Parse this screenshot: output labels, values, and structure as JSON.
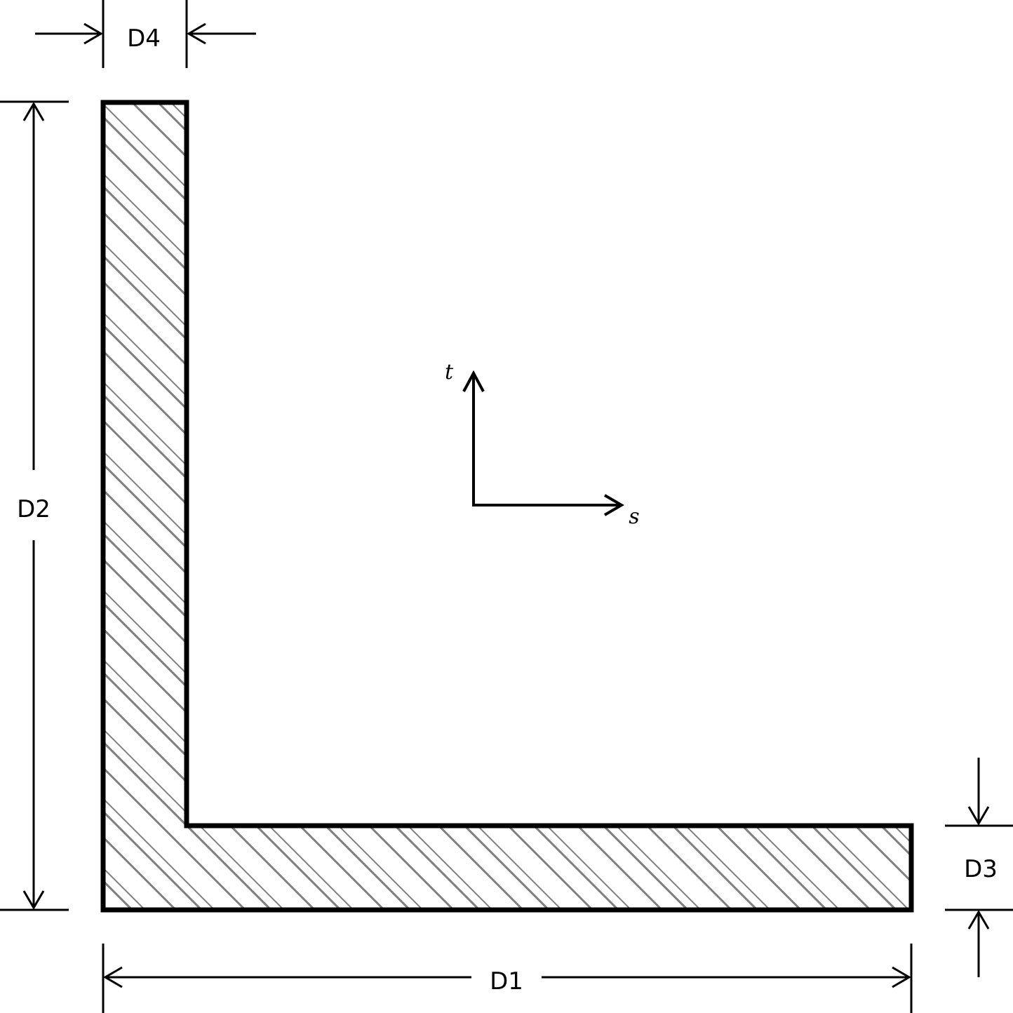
{
  "dimensions": {
    "d1": "D1",
    "d2": "D2",
    "d3": "D3",
    "d4": "D4"
  },
  "axes": {
    "vertical": "t",
    "horizontal": "s"
  },
  "colors": {
    "outline": "#000000",
    "hatch": "#808080",
    "background": "#ffffff"
  }
}
